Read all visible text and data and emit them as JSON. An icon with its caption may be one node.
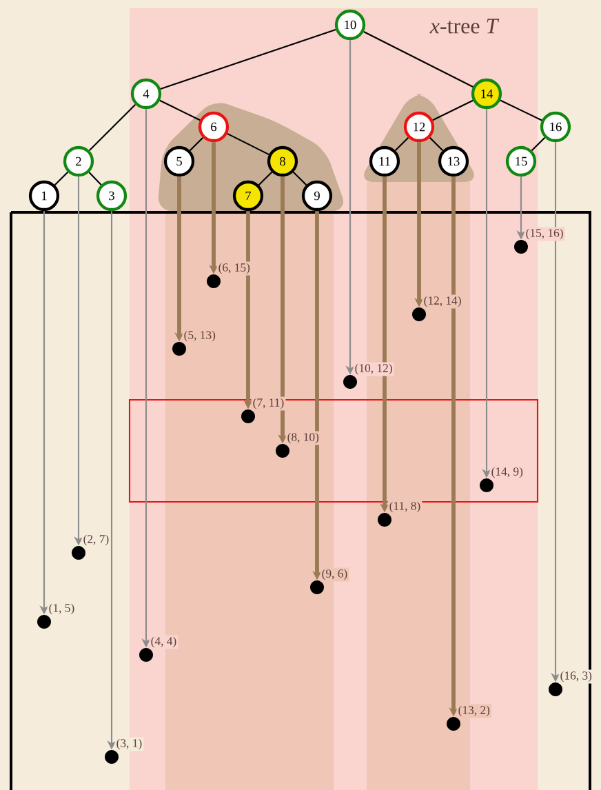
{
  "diagram": {
    "title": "*x*-tree *T*",
    "nodes": [
      {
        "text": [
          "1"
        ]
      },
      {
        "text": [
          "2"
        ]
      },
      {
        "text": [
          "3"
        ]
      },
      {
        "text": [
          "4"
        ]
      },
      {
        "text": [
          "5"
        ]
      },
      {
        "text": [
          "6"
        ]
      },
      {
        "text": [
          "7"
        ]
      },
      {
        "text": [
          "8"
        ]
      },
      {
        "text": [
          "9"
        ]
      },
      {
        "text": [
          "10"
        ]
      },
      {
        "text": [
          "11"
        ]
      },
      {
        "text": [
          "12"
        ]
      },
      {
        "text": [
          "13"
        ]
      },
      {
        "text": [
          "14"
        ]
      },
      {
        "text": [
          "15"
        ]
      },
      {
        "text": [
          "16"
        ]
      },
      {
        "text": [],
        "shape": "circle",
        "beside": [
          "(15, 16)"
        ]
      },
      {
        "text": [],
        "shape": "circle",
        "beside": [
          "(6, 15)"
        ]
      },
      {
        "text": [],
        "shape": "circle",
        "beside": [
          "(12, 14)"
        ]
      },
      {
        "text": [],
        "shape": "circle",
        "beside": [
          "(5, 13)"
        ]
      },
      {
        "text": [],
        "shape": "circle",
        "beside": [
          "(10, 12)"
        ]
      },
      {
        "text": [],
        "shape": "circle",
        "beside": [
          "(7, 11)"
        ]
      },
      {
        "text": [],
        "shape": "circle",
        "beside": [
          "(8, 10)"
        ]
      },
      {
        "text": [],
        "shape": "circle",
        "beside": [
          "(14, 9)"
        ]
      },
      {
        "text": [],
        "shape": "circle",
        "beside": [
          "(11, 8)"
        ]
      },
      {
        "text": [],
        "shape": "circle",
        "beside": [
          "(2, 7)"
        ]
      },
      {
        "text": [],
        "shape": "circle",
        "beside": [
          "(9, 6)"
        ]
      },
      {
        "text": [],
        "shape": "circle",
        "beside": [
          "(1, 5)"
        ]
      },
      {
        "text": [],
        "shape": "circle",
        "beside": [
          "(4, 4)"
        ]
      },
      {
        "text": [],
        "shape": "circle",
        "beside": [
          "(16, 3)"
        ]
      },
      {
        "text": [],
        "shape": "circle",
        "beside": [
          "(13, 2)"
        ]
      },
      {
        "text": [],
        "shape": "circle",
        "beside": [
          "(3, 1)"
        ]
      }
    ],
    "edges": [
      {
        "from": 9,
        "to": 3,
        "arrow": "none"
      },
      {
        "from": 9,
        "to": 13,
        "arrow": "none"
      },
      {
        "from": 3,
        "to": 1,
        "arrow": "none"
      },
      {
        "from": 3,
        "to": 5,
        "arrow": "none"
      },
      {
        "from": 1,
        "to": 0,
        "arrow": "none"
      },
      {
        "from": 1,
        "to": 2,
        "arrow": "none"
      },
      {
        "from": 5,
        "to": 4,
        "arrow": "none"
      },
      {
        "from": 5,
        "to": 7,
        "arrow": "none"
      },
      {
        "from": 7,
        "to": 6,
        "arrow": "none"
      },
      {
        "from": 7,
        "to": 8,
        "arrow": "none"
      },
      {
        "from": 13,
        "to": 11,
        "arrow": "none"
      },
      {
        "from": 13,
        "to": 15,
        "arrow": "none"
      },
      {
        "from": 11,
        "to": 10,
        "arrow": "none"
      },
      {
        "from": 11,
        "to": 12,
        "arrow": "none"
      },
      {
        "from": 15,
        "to": 14,
        "arrow": "none"
      },
      {
        "from": 14,
        "to": 16,
        "arrow": "to",
        "color": "#8c8c8c"
      },
      {
        "from": 5,
        "to": 17,
        "arrow": "to",
        "style": "thick",
        "color": "#9b7b55"
      },
      {
        "from": 11,
        "to": 18,
        "arrow": "to",
        "style": "thick",
        "color": "#9b7b55"
      },
      {
        "from": 4,
        "to": 19,
        "arrow": "to",
        "style": "thick",
        "color": "#9b7b55"
      },
      {
        "from": 9,
        "to": 20,
        "arrow": "to",
        "color": "#8c8c8c"
      },
      {
        "from": 6,
        "to": 21,
        "arrow": "to",
        "style": "thick",
        "color": "#9b7b55"
      },
      {
        "from": 7,
        "to": 22,
        "arrow": "to",
        "style": "thick",
        "color": "#9b7b55"
      },
      {
        "from": 13,
        "to": 23,
        "arrow": "to",
        "color": "#8c8c8c"
      },
      {
        "from": 10,
        "to": 24,
        "arrow": "to",
        "style": "thick",
        "color": "#9b7b55"
      },
      {
        "from": 1,
        "to": 25,
        "arrow": "to",
        "color": "#8c8c8c"
      },
      {
        "from": 8,
        "to": 26,
        "arrow": "to",
        "style": "thick",
        "color": "#9b7b55"
      },
      {
        "from": 0,
        "to": 27,
        "arrow": "to",
        "color": "#8c8c8c"
      },
      {
        "from": 3,
        "to": 28,
        "arrow": "to",
        "color": "#8c8c8c"
      },
      {
        "from": 15,
        "to": 29,
        "arrow": "to",
        "color": "#8c8c8c"
      },
      {
        "from": 12,
        "to": 30,
        "arrow": "to",
        "style": "thick",
        "color": "#9b7b55"
      },
      {
        "from": 2,
        "to": 31,
        "arrow": "to",
        "color": "#8c8c8c"
      }
    ]
  }
}
